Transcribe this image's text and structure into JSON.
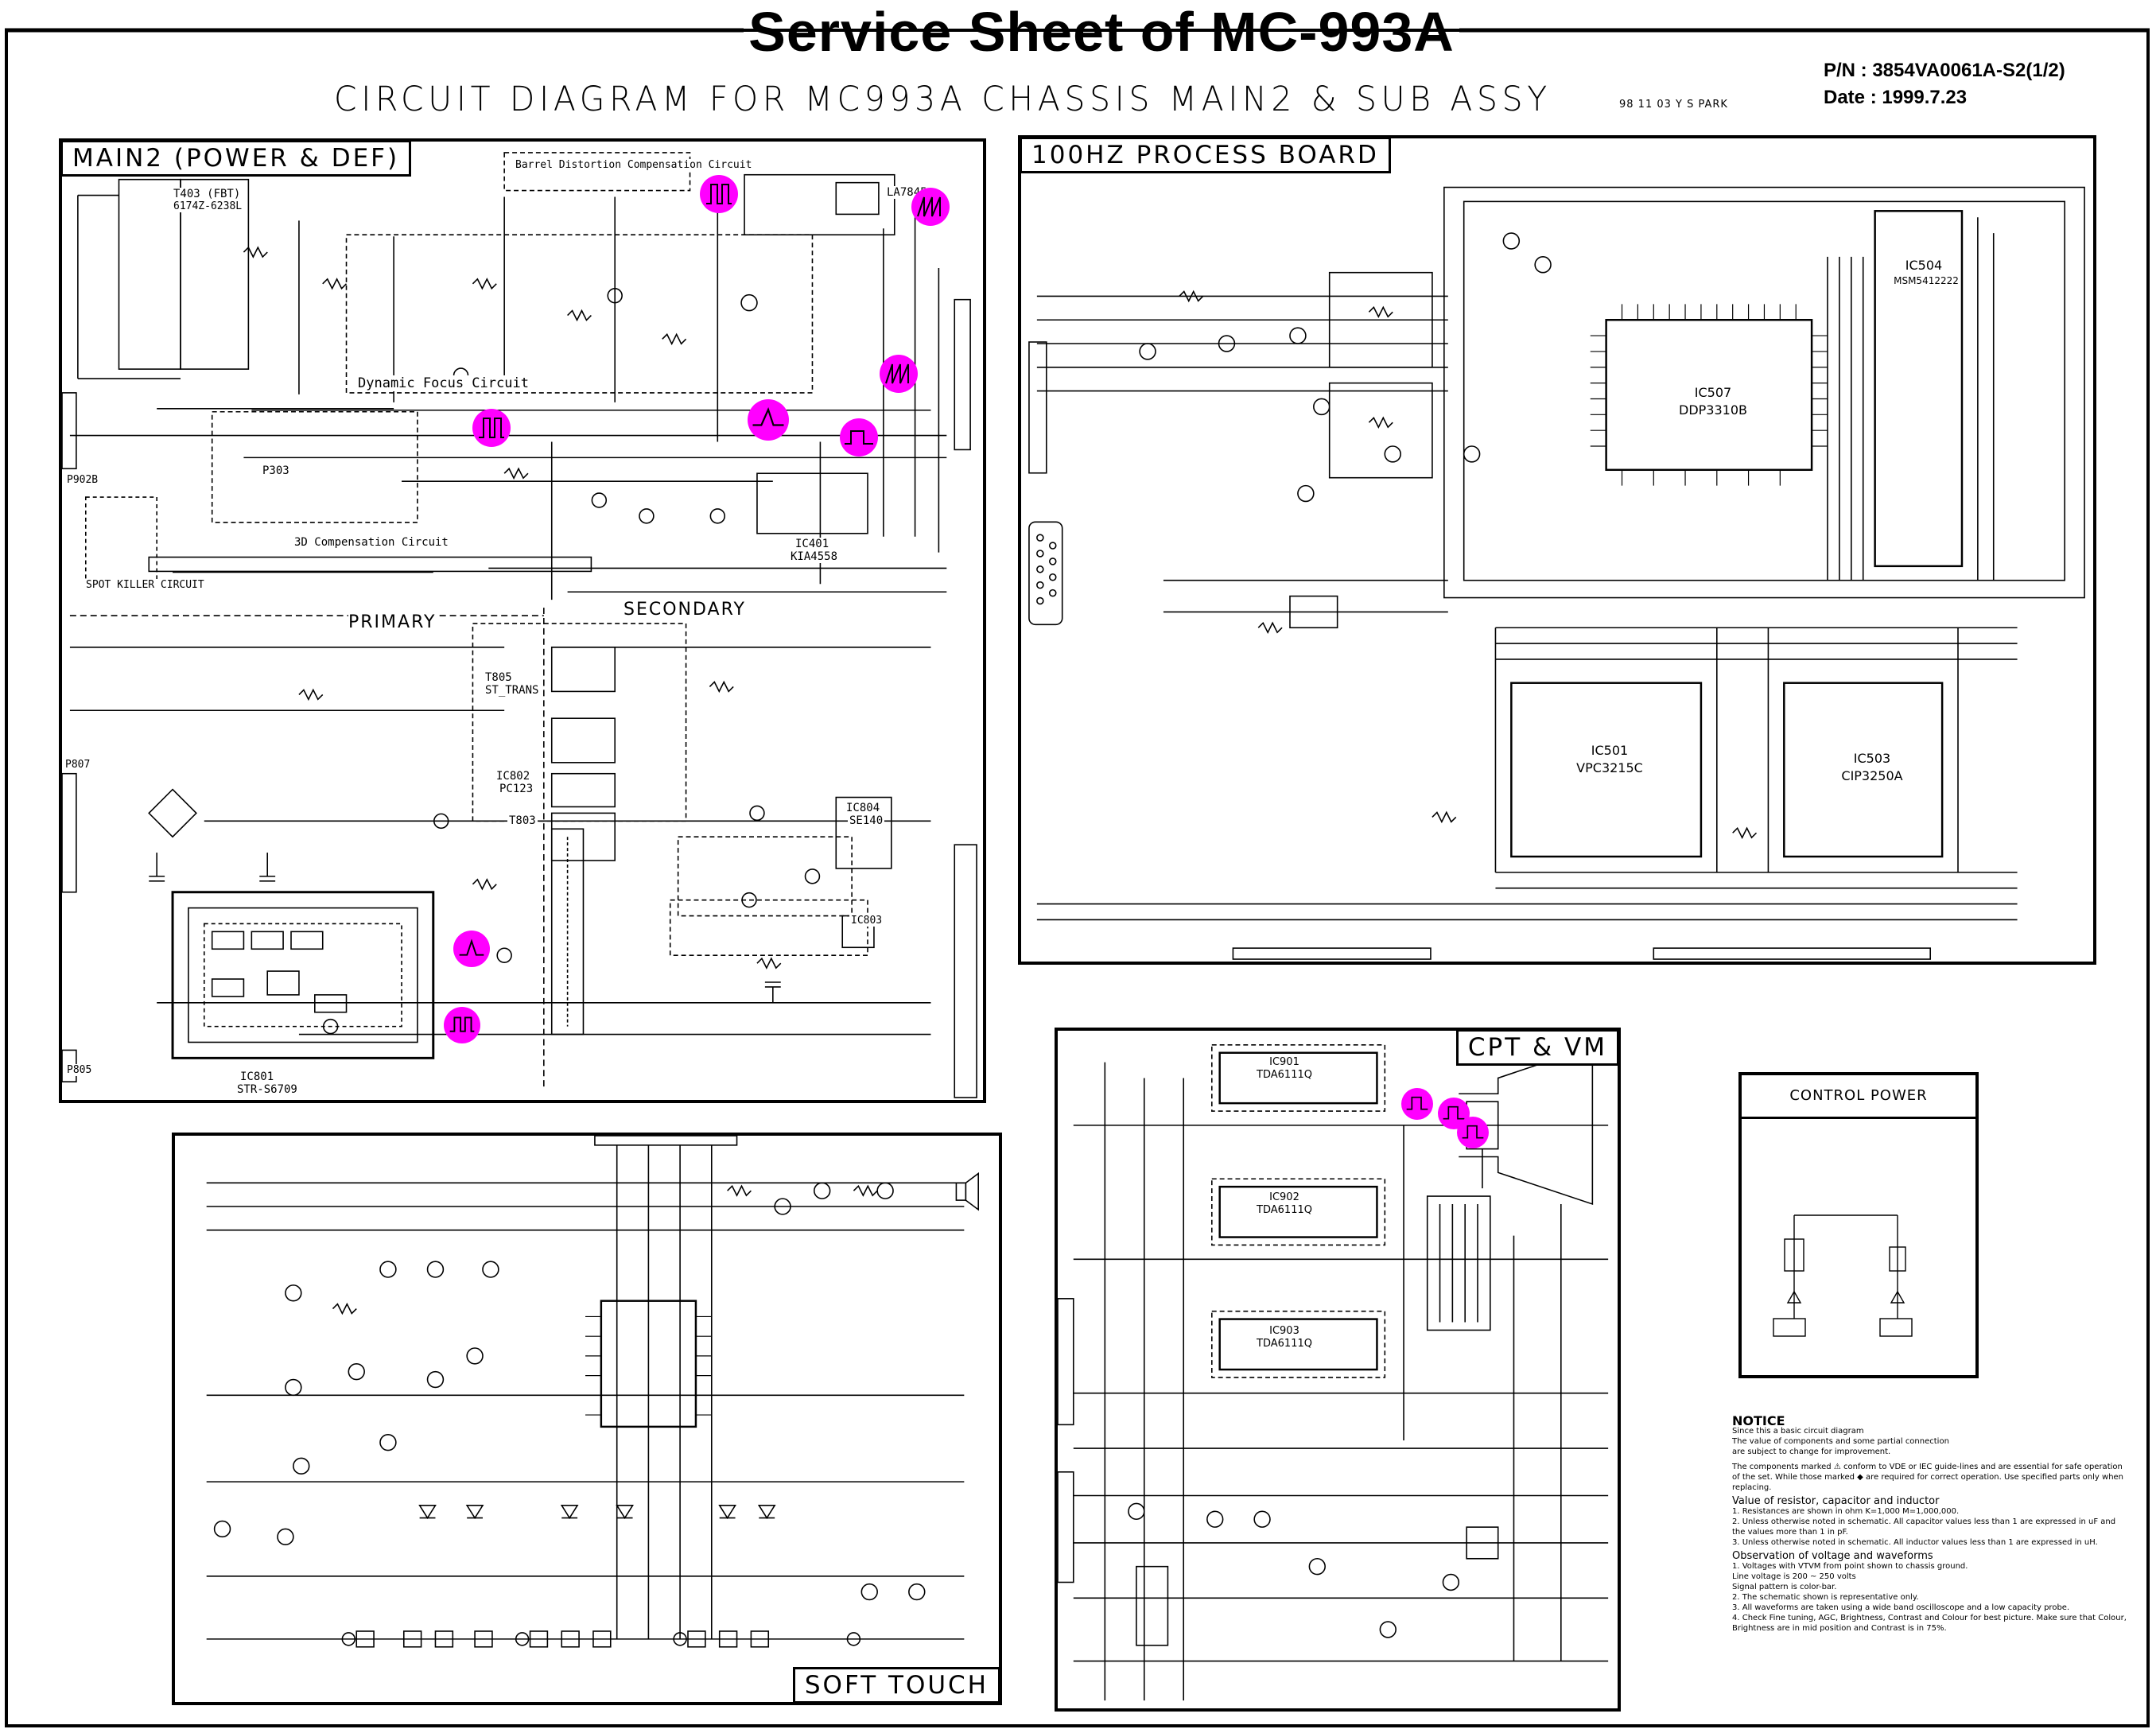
{
  "sheet": {
    "title": "Service Sheet of MC-993A",
    "subtitle": "CIRCUIT DIAGRAM FOR MC993A CHASSIS MAIN2 & SUB ASSY",
    "author_stamp": "98 11 03 Y S PARK",
    "part_number": "P/N : 3854VA0061A-S2(1/2)",
    "date": "Date : 1999.7.23"
  },
  "panels": {
    "main2": {
      "title": "MAIN2 (POWER & DEF)",
      "labels": {
        "barrel": "Barrel Distortion Compensation Circuit",
        "dynamic_focus": "Dynamic Focus Circuit",
        "comp_3d": "3D Compensation Circuit",
        "spot_killer": "SPOT KILLER CIRCUIT",
        "primary": "PRIMARY",
        "secondary": "SECONDARY",
        "fbt": "T403 (FBT)",
        "fbt_part": "6174Z-6238L",
        "la": "LA7845",
        "ic401": "IC401",
        "ic401_part": "KIA4558",
        "t805": "T805",
        "t805_name": "ST_TRANS",
        "ic802": "IC802",
        "ic802_part": "PC123",
        "t803": "T803",
        "ic804": "IC804",
        "ic804_part": "SE140",
        "ic803": "IC803",
        "ic801": "IC801",
        "ic801_part": "STR-S6709",
        "p902b": "P902B",
        "p303": "P303",
        "p807": "P807",
        "p805": "P805"
      }
    },
    "process": {
      "title": "100HZ PROCESS BOARD",
      "labels": {
        "ic507": "IC507",
        "ic507_part": "DDP3310B",
        "ic504": "IC504",
        "ic504_part": "MSM5412222",
        "ic501": "IC501",
        "ic501_part": "VPC3215C",
        "ic503": "IC503",
        "ic503_part": "CIP3250A"
      }
    },
    "cpt": {
      "title": "CPT & VM",
      "labels": {
        "ic901": "IC901",
        "ic901_part": "TDA6111Q",
        "ic902": "IC902",
        "ic902_part": "TDA6111Q",
        "ic903": "IC903",
        "ic903_part": "TDA6111Q"
      }
    },
    "soft": {
      "title": "SOFT TOUCH"
    },
    "control": {
      "title": "CONTROL POWER"
    }
  },
  "notice": {
    "heading": "NOTICE",
    "lines": [
      "Since this a basic circuit diagram",
      "The value of components and some partial connection",
      "are subject to change for improvement."
    ],
    "components_note": "The components marked ⚠ conform to VDE or IEC guide-lines and are essential for safe operation of the set. While those marked ◆ are required for correct operation. Use specified parts only when replacing.",
    "values_heading": "Value of resistor, capacitor and inductor",
    "values_items": [
      "1. Resistances are shown in ohm  K=1,000  M=1,000,000.",
      "2. Unless otherwise noted in schematic. All capacitor values less than 1 are expressed in uF and the values more than 1 in pF.",
      "3. Unless otherwise noted in schematic. All inductor values less than 1 are expressed in uH."
    ],
    "obs_heading": "Observation of voltage and waveforms",
    "obs_items": [
      "1. Voltages with VTVM from point shown to chassis ground.",
      "   Line voltage is 200 ~ 250 volts",
      "   Signal pattern is color-bar.",
      "2. The schematic shown is representative only.",
      "3. All waveforms are taken using a wide band oscilloscope and a low capacity probe.",
      "4. Check Fine tuning, AGC, Brightness, Contrast and Colour for best picture. Make sure that Colour, Brightness are in mid position and Contrast is in 75%."
    ]
  },
  "colors": {
    "ink": "#000000",
    "waveform_marker": "#ff00ff",
    "paper": "#ffffff"
  }
}
